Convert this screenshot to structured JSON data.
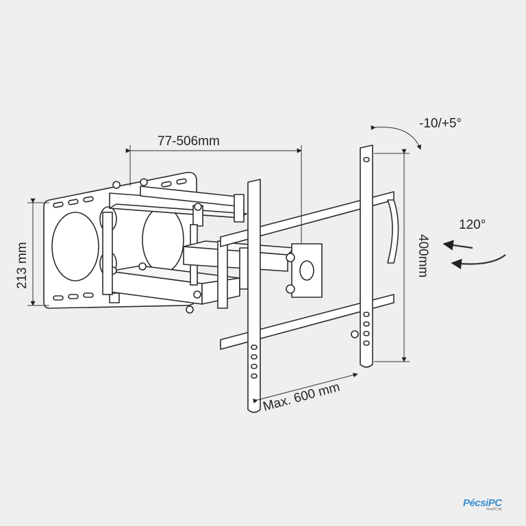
{
  "dimensions": {
    "arm_extension": "77-506mm",
    "tilt": "-10/+5°",
    "swivel": "120°",
    "vertical_spacing": "400mm",
    "wall_plate_height": "213 mm",
    "max_width": "Max. 600 mm"
  },
  "watermark": {
    "brand": "PécsiPC",
    "tagline": "Pécsi PC Kft."
  },
  "colors": {
    "background": "#efefef",
    "line": "#2b2b2b",
    "fill": "#ffffff",
    "accent": "#3b8fd0"
  }
}
